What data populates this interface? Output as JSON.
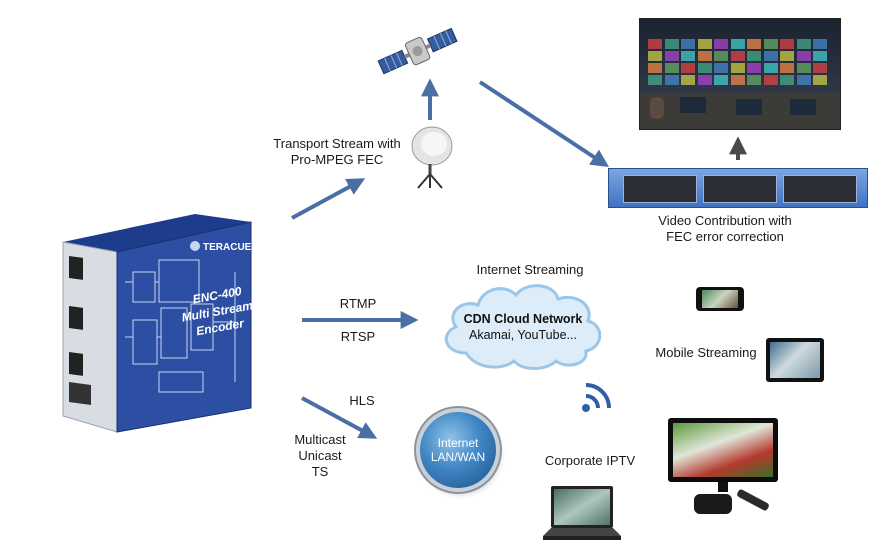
{
  "labels": {
    "transport_stream": [
      "Transport Stream with",
      "Pro-MPEG FEC"
    ],
    "video_contribution": [
      "Video Contribution with",
      "FEC error correction"
    ],
    "internet_streaming": "Internet Streaming",
    "rtmp": "RTMP",
    "rtsp": "RTSP",
    "hls": "HLS",
    "multicast": [
      "Multicast",
      "Unicast",
      "TS"
    ],
    "mobile_streaming": "Mobile Streaming",
    "corporate_iptv": "Corporate IPTV"
  },
  "cloud": {
    "title": "CDN Cloud Network",
    "subtitle": "Akamai, YouTube..."
  },
  "globe": {
    "line1": "Internet",
    "line2": "LAN/WAN"
  },
  "encoder": {
    "brand": "TERACUE",
    "model": "ENC-400",
    "line2": "Multi Stream",
    "line3": "Encoder"
  },
  "colors": {
    "arrow": "#4a6fa5",
    "device_blue": "#2d4fa3",
    "cloud_fill": "#dcecf8",
    "cloud_edge": "#9ac6ea"
  }
}
